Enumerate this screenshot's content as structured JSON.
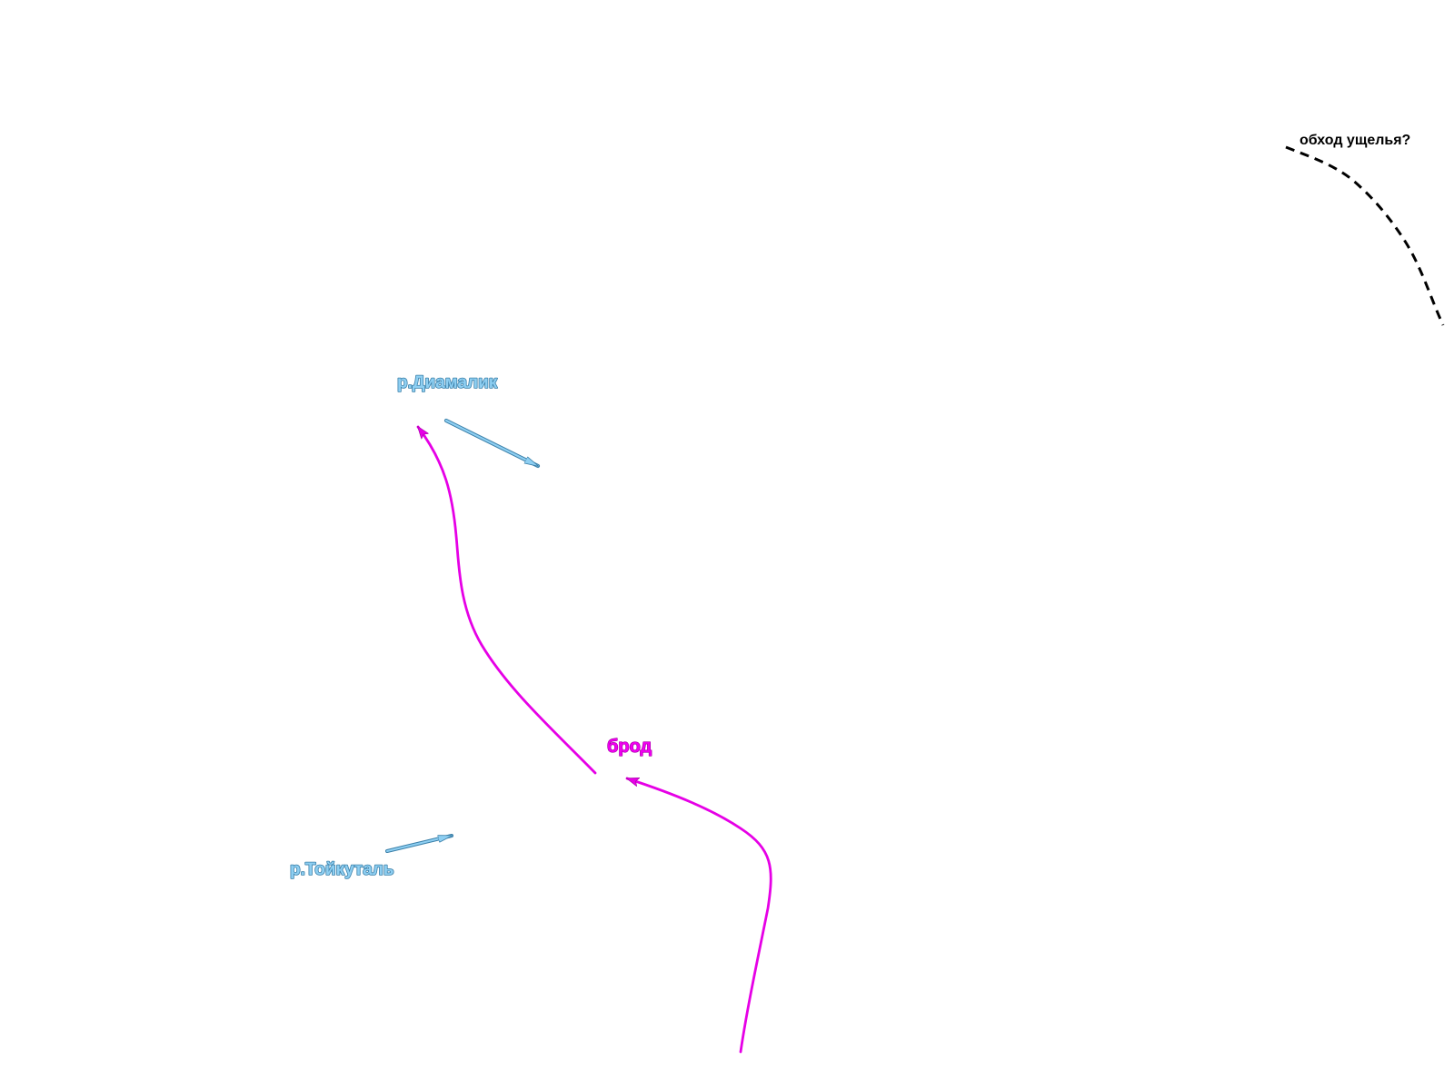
{
  "labels": {
    "gorge_bypass": "обход ущелья?",
    "river_diamalik": "р.Диамалик",
    "ford": "брод",
    "river_toikutal": "р.Тойкуталь"
  },
  "icons": {
    "route_arrow": "magenta-route-arrow-icon",
    "flow_arrow": "river-flow-arrow-icon",
    "alternative_route": "dashed-path-line"
  },
  "colors": {
    "route": "#e600e6",
    "route_text": "#f000f0",
    "river": "#8ecff2",
    "river_outline": "#3a7fa8",
    "alternative_route": "#000000",
    "background": "#ffffff"
  }
}
